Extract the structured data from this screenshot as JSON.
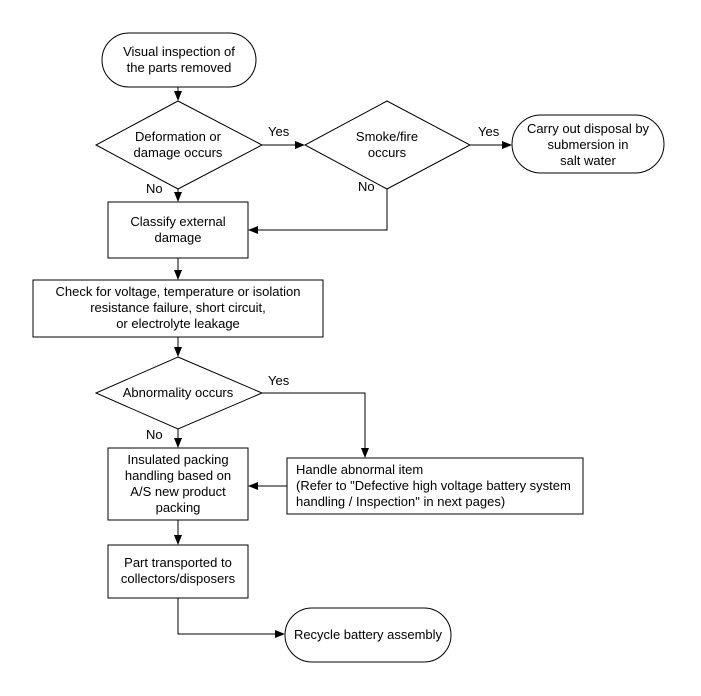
{
  "nodes": {
    "start": [
      "Visual inspection of",
      "the parts removed"
    ],
    "deformation": [
      "Deformation or",
      "damage occurs"
    ],
    "smoke": [
      "Smoke/fire",
      "occurs"
    ],
    "disposal": [
      "Carry out disposal by",
      "submersion in",
      "salt water"
    ],
    "classify": [
      "Classify external",
      "damage"
    ],
    "check": [
      "Check for voltage, temperature or isolation",
      "resistance failure, short circuit,",
      "or electrolyte leakage"
    ],
    "abnormality": [
      "Abnormality occurs"
    ],
    "packing": [
      "Insulated packing",
      "handling based on",
      "A/S new product",
      "packing"
    ],
    "handle": [
      "Handle abnormal item",
      "(Refer to \"Defective high voltage battery system",
      "handling / Inspection\" in next pages)"
    ],
    "transport": [
      "Part transported to",
      "collectors/disposers"
    ],
    "recycle": [
      "Recycle battery assembly"
    ]
  },
  "edge_labels": {
    "deformation_yes": "Yes",
    "deformation_no": "No",
    "smoke_yes": "Yes",
    "smoke_no": "No",
    "abnormality_yes": "Yes",
    "abnormality_no": "No"
  }
}
